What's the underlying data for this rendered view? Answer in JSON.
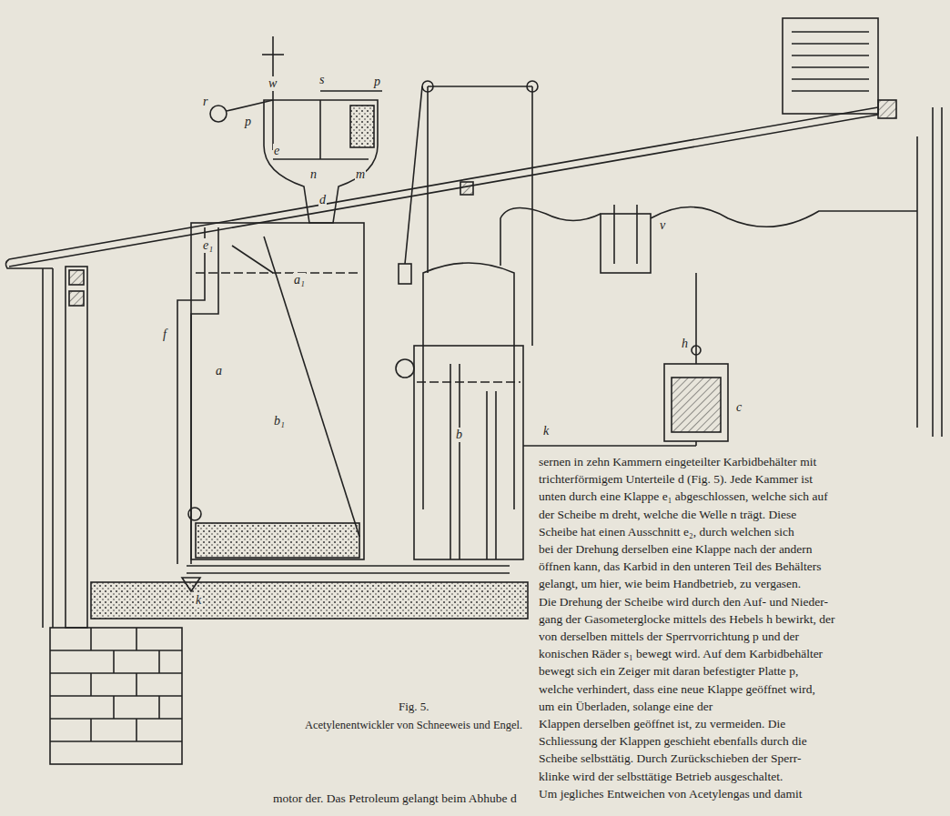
{
  "diagram": {
    "caption": "Acetylenentwickler von Schneeweis und Engel.",
    "labels": [
      "Fig. 5.",
      "a",
      "a₁",
      "b₁",
      "e₁",
      "f",
      "k",
      "d",
      "e",
      "n",
      "m",
      "w",
      "s",
      "p",
      "r",
      "p",
      "b",
      "h",
      "c",
      "v",
      "k",
      "sernen in zehn Kammern eingeteilter Karbidbehälter mit",
      "trichterförmigem Unterteile d (Fig. 5). Jede Kammer ist",
      "unten durch eine Klappe e₁ abgeschlossen, welche sich auf",
      "der Scheibe m dreht, welche die Welle n trägt. Diese",
      "Scheibe hat einen Ausschnitt e₂, durch welchen sich",
      "bei der Drehung derselben eine Klappe nach der andern",
      "öffnen kann, das Karbid in den unteren Teil des Behälters",
      "gelangt, um hier, wie beim Handbetrieb, zu vergasen.",
      "Die Drehung der Scheibe wird durch den Auf- und Nieder-",
      "gang der Gasometerglocke mittels des Hebels h bewirkt, der",
      "von derselben mittels der Sperrvorrichtung p und der",
      "konischen Räder s₁ bewegt wird. Auf dem Karbidbehälter",
      "bewegt sich ein Zeiger mit daran befestigter Platte p,",
      "welche verhindert, dass eine neue Klappe geöffnet wird,",
      "um ein Überladen, solange eine der",
      "Klappen derselben geöffnet ist, zu vermeiden. Die",
      "Schliessung der Klappen geschieht ebenfalls durch die",
      "Scheibe selbsttätig. Durch Zurückschieben der Sperr-",
      "klinke wird der selbsttätige Betrieb ausgeschaltet.",
      "Um jegliches Entweichen von Acetylengas und damit",
      "motor der. Das Petroleum gelangt beim Abhube d"
    ]
  }
}
